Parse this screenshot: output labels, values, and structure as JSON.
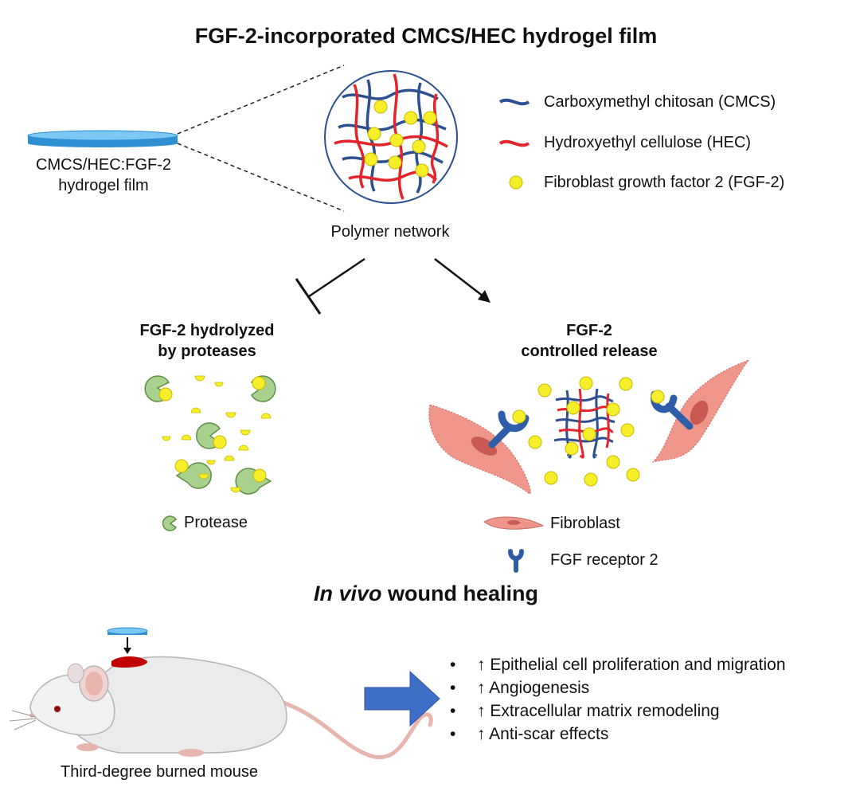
{
  "title": "FGF-2-incorporated CMCS/HEC hydrogel film",
  "film_label": [
    "CMCS/HEC:FGF-2",
    "hydrogel film"
  ],
  "network_label": "Polymer network",
  "legend": {
    "cmcs": "Carboxymethyl chitosan (CMCS)",
    "hec": "Hydroxyethyl cellulose (HEC)",
    "fgf2": "Fibroblast growth factor 2 (FGF-2)"
  },
  "left_branch": {
    "title_line1": "FGF-2 hydrolyzed",
    "title_line2": "by proteases",
    "legend_protease": "Protease"
  },
  "right_branch": {
    "title_line1": "FGF-2",
    "title_line2": "controlled release",
    "legend_fibroblast": "Fibroblast",
    "legend_receptor": "FGF receptor 2"
  },
  "section_title_italic": "In vivo",
  "section_title_rest": " wound healing",
  "mouse_label": "Third-degree burned mouse",
  "effects": [
    "↑ Epithelial cell proliferation and migration",
    "↑ Angiogenesis",
    "↑ Extracellular matrix remodeling",
    "↑ Anti-scar effects"
  ],
  "colors": {
    "cmcs_blue": "#2b4f8f",
    "hec_red": "#e3242b",
    "fgf_yellow": "#f7ee2a",
    "protease_green": "#a9d18e",
    "fibroblast_pink": "#f0958a",
    "film_blue": "#5bb8ee",
    "arrow_blue": "#3d6fc7",
    "wound_red": "#c00000"
  }
}
